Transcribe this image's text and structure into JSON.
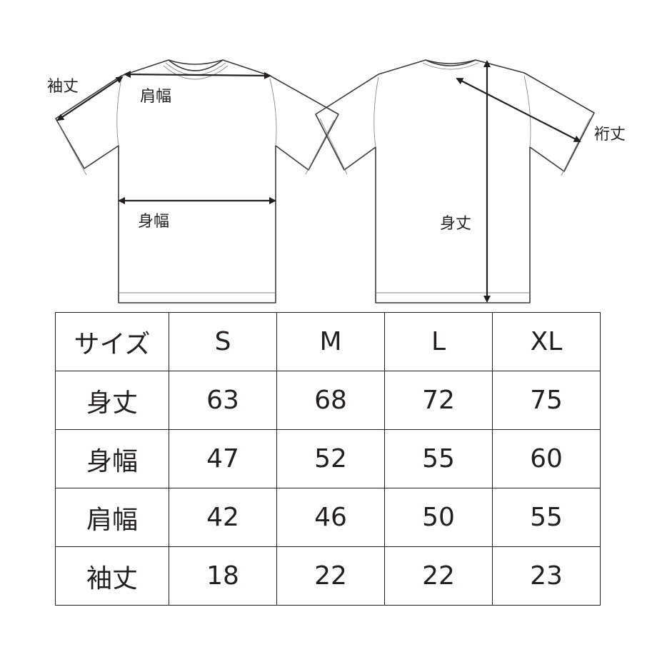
{
  "labels": {
    "sleeve_front": "袖丈",
    "shoulder": "肩幅",
    "body_width": "身幅",
    "sleeve_back": "裄丈",
    "body_length": "身丈"
  },
  "table": {
    "header_label": "サイズ",
    "sizes": [
      "S",
      "M",
      "L",
      "XL"
    ],
    "rows": [
      {
        "label": "身丈",
        "values": [
          "63",
          "68",
          "72",
          "75"
        ]
      },
      {
        "label": "身幅",
        "values": [
          "47",
          "52",
          "55",
          "60"
        ]
      },
      {
        "label": "肩幅",
        "values": [
          "42",
          "46",
          "50",
          "55"
        ]
      },
      {
        "label": "袖丈",
        "values": [
          "18",
          "22",
          "22",
          "23"
        ]
      }
    ]
  }
}
